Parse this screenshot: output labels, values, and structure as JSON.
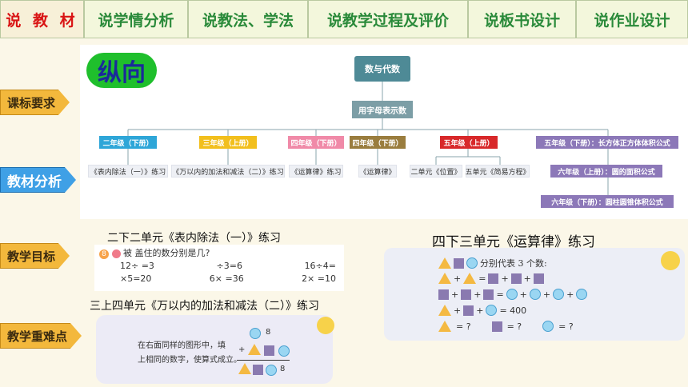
{
  "tabs": [
    {
      "label": "说 教 材",
      "active": true
    },
    {
      "label": "说学情分析"
    },
    {
      "label": "说教法、学法"
    },
    {
      "label": "说教学过程及评价"
    },
    {
      "label": "说板书设计"
    },
    {
      "label": "说作业设计"
    }
  ],
  "sidebar": [
    {
      "label": "课标要求",
      "style": "orange"
    },
    {
      "label": "教材分析",
      "style": "blue"
    },
    {
      "label": "教学目标",
      "style": "orange"
    },
    {
      "label": "教学重难点",
      "style": "orange"
    }
  ],
  "tree": {
    "badge": "纵向",
    "root": "数与代数",
    "sub": "用字母表示数",
    "grades": [
      {
        "label": "二年级（下册）",
        "color": "#2ea6d8"
      },
      {
        "label": "三年级（上册）",
        "color": "#f2bf1d"
      },
      {
        "label": "四年级（下册）",
        "color": "#f08aa8"
      },
      {
        "label": "四年级（下册）",
        "color": "#9a7d3e"
      },
      {
        "label": "五年级（上册）",
        "color": "#d8282a"
      },
      {
        "label": "五年级（下册）：长方体正方体体积公式",
        "color": "#8c78b8"
      }
    ],
    "leaves": [
      "《表内除法（一）》练习",
      "《万以内的加法和减法（二）》练习",
      "《运算律》练习",
      "《运算律》",
      "二单元《位置》",
      "五单元《简易方程》"
    ],
    "extra": [
      {
        "label": "六年级（上册）：圆的面积公式",
        "color": "#8c78b8"
      },
      {
        "label": "六年级（下册）：圆柱圆锥体积公式",
        "color": "#8c78b8"
      }
    ]
  },
  "captions": {
    "c1": "二下二单元《表内除法（一）》练习",
    "c2": "三上四单元《万以内的加法和减法（二）》练习",
    "c3": "四下三单元《运算律》练习"
  },
  "ex1": {
    "num": "8",
    "question": "被 盖住的数分别是几?",
    "rows": [
      [
        "12÷ =3",
        " ÷3=6",
        "16÷4= "
      ],
      [
        " ×5=20",
        "6× =36",
        "2× =10"
      ]
    ]
  },
  "ex2": {
    "line1": "在右面同样的图形中，填",
    "line2": "上相同的数字，使算式成立。",
    "n1": "8",
    "n2": "8",
    "plus": "+"
  },
  "ex3": {
    "intro": "分别代表 3 个数:",
    "line4": "= 400",
    "line5a": "= ?",
    "line5b": "= ?",
    "line5c": "= ?"
  }
}
